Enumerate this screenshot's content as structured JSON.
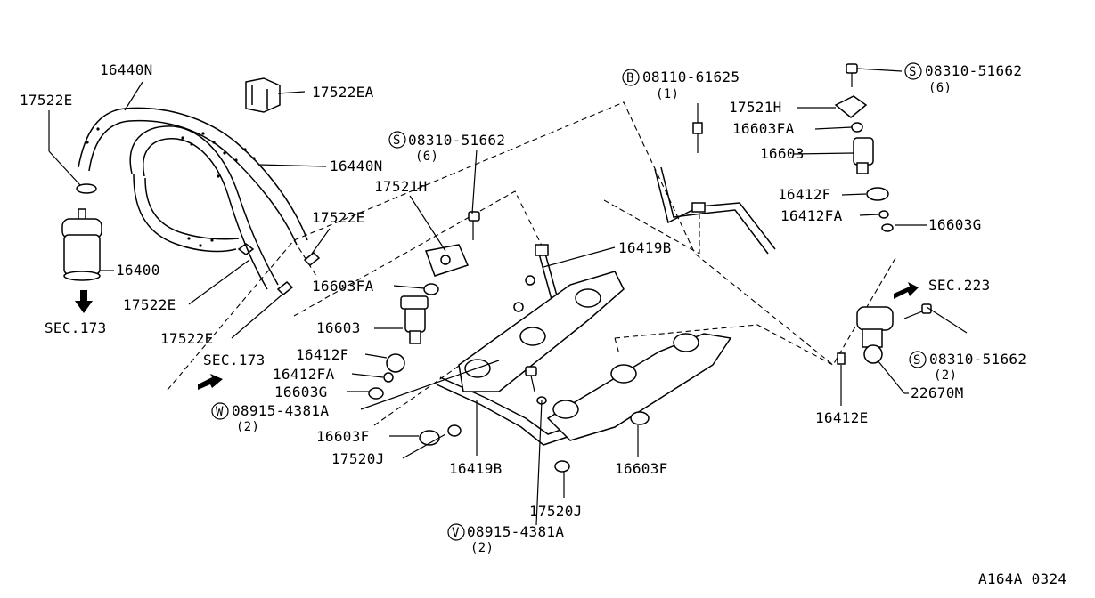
{
  "labels": {
    "l_16440N_top": "16440N",
    "l_17522E_left": "17522E",
    "l_17522EA": "17522EA",
    "l_16440N_mid": "16440N",
    "l_16400": "16400",
    "l_sec173_a": "SEC.173",
    "l_17522E_b": "17522E",
    "l_17522E_c": "17522E",
    "l_17522E_d": "17522E",
    "l_sec173_b": "SEC.173",
    "l_S08310_a": "08310-51662",
    "l_S08310_a_q": "(6)",
    "l_17521H_a": "17521H",
    "l_16603FA_a": "16603FA",
    "l_16603_a": "16603",
    "l_16412F_a": "16412F",
    "l_16412FA_a": "16412FA",
    "l_16603G_a": "16603G",
    "l_W08915_a": "08915-4381A",
    "l_W08915_a_q": "(2)",
    "l_16603F_a": "16603F",
    "l_17520J_a": "17520J",
    "l_16419B_a": "16419B",
    "l_16419B_b": "16419B",
    "l_B08110": "08110-61625",
    "l_B08110_q": "(1)",
    "l_S08310_b": "08310-51662",
    "l_S08310_b_q": "(6)",
    "l_17521H_b": "17521H",
    "l_16603FA_b": "16603FA",
    "l_16603_b": "16603",
    "l_16412F_b": "16412F",
    "l_16412FA_b": "16412FA",
    "l_16603G_b": "16603G",
    "l_sec223": "SEC.223",
    "l_S08310_c": "08310-51662",
    "l_S08310_c_q": "(2)",
    "l_22670M": "22670M",
    "l_16412E": "16412E",
    "l_16603F_b": "16603F",
    "l_17520J_b": "17520J",
    "l_V08915": "08915-4381A",
    "l_V08915_q": "(2)",
    "l_ref": "A164A 0324"
  },
  "prefixes": {
    "s": "S",
    "b": "B",
    "w": "W",
    "v": "V"
  }
}
